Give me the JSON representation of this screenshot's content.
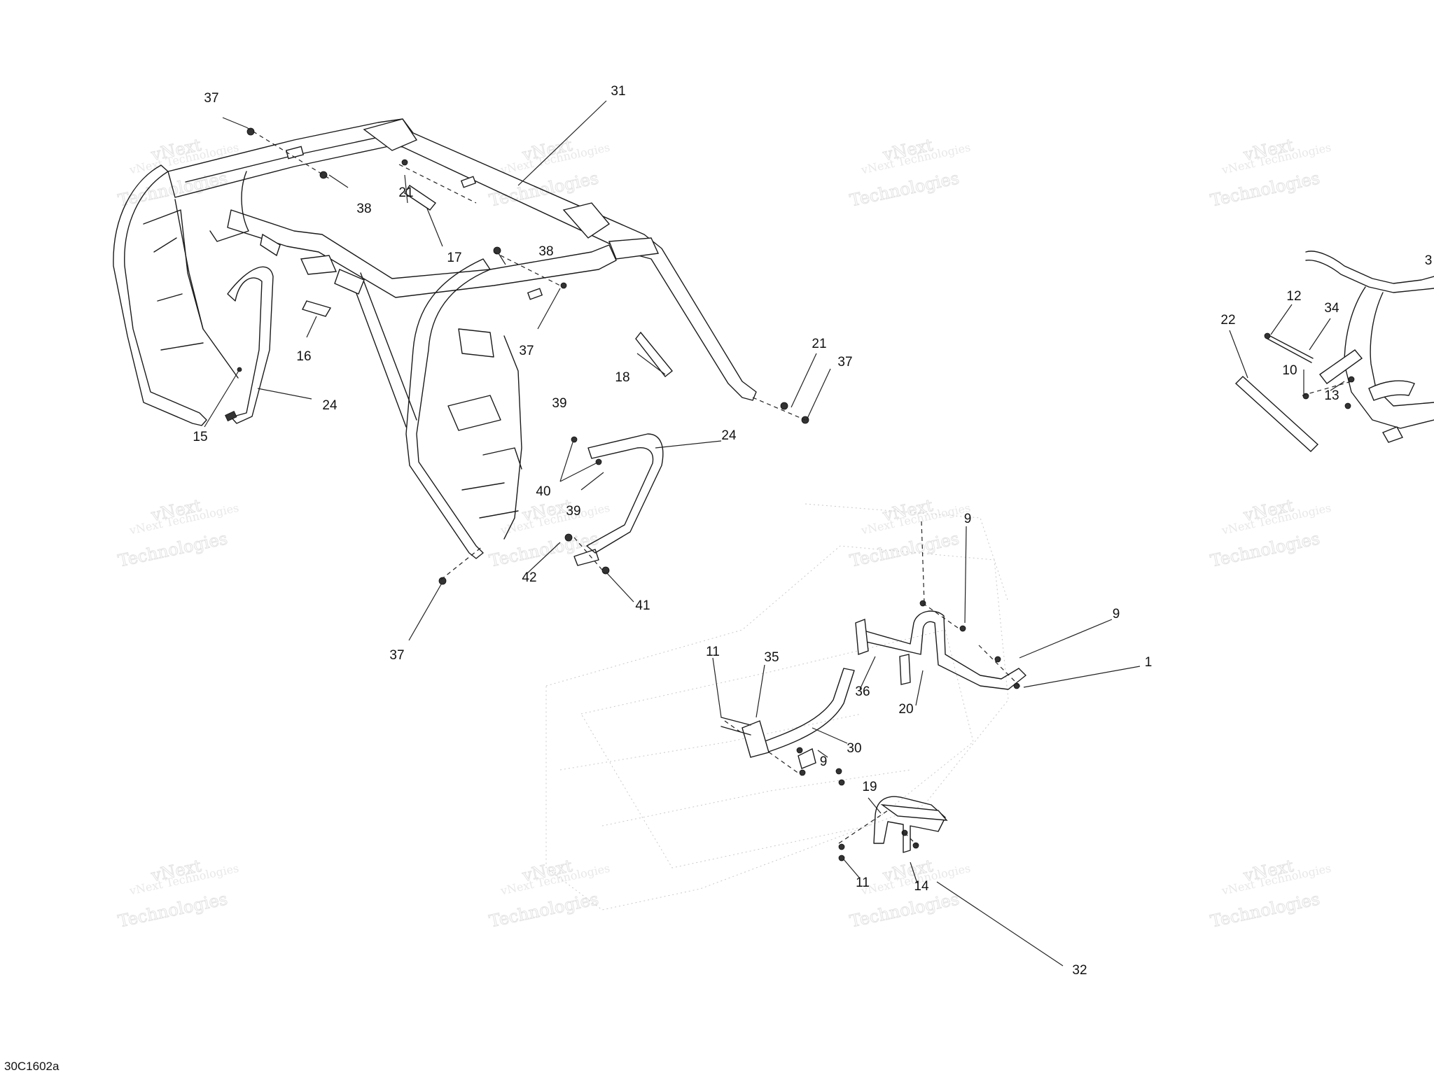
{
  "diagram": {
    "drawing_code": "30C1602a",
    "watermark": {
      "line1": "vNext Technologies",
      "line2": "Technologies",
      "ghost_word": "vNext"
    },
    "callouts": [
      {
        "id": "c37a",
        "label": "37"
      },
      {
        "id": "c31",
        "label": "31"
      },
      {
        "id": "c38a",
        "label": "38"
      },
      {
        "id": "c21a",
        "label": "21"
      },
      {
        "id": "c17",
        "label": "17"
      },
      {
        "id": "c38b",
        "label": "38"
      },
      {
        "id": "c16",
        "label": "16"
      },
      {
        "id": "c37b",
        "label": "37"
      },
      {
        "id": "c18",
        "label": "18"
      },
      {
        "id": "c21b",
        "label": "21"
      },
      {
        "id": "c37c",
        "label": "37"
      },
      {
        "id": "c24a",
        "label": "24"
      },
      {
        "id": "c15",
        "label": "15"
      },
      {
        "id": "c39a",
        "label": "39"
      },
      {
        "id": "c24b",
        "label": "24"
      },
      {
        "id": "c40",
        "label": "40"
      },
      {
        "id": "c39b",
        "label": "39"
      },
      {
        "id": "c42",
        "label": "42"
      },
      {
        "id": "c41",
        "label": "41"
      },
      {
        "id": "c37d",
        "label": "37"
      },
      {
        "id": "c9a",
        "label": "9"
      },
      {
        "id": "c9b",
        "label": "9"
      },
      {
        "id": "c1",
        "label": "1"
      },
      {
        "id": "c11a",
        "label": "11"
      },
      {
        "id": "c35",
        "label": "35"
      },
      {
        "id": "c36",
        "label": "36"
      },
      {
        "id": "c20",
        "label": "20"
      },
      {
        "id": "c9c",
        "label": "9"
      },
      {
        "id": "c30",
        "label": "30"
      },
      {
        "id": "c19",
        "label": "19"
      },
      {
        "id": "c11b",
        "label": "11"
      },
      {
        "id": "c14",
        "label": "14"
      },
      {
        "id": "c32",
        "label": "32"
      },
      {
        "id": "c22",
        "label": "22"
      },
      {
        "id": "c12",
        "label": "12"
      },
      {
        "id": "c34",
        "label": "34"
      },
      {
        "id": "c10",
        "label": "10"
      },
      {
        "id": "c13",
        "label": "13"
      },
      {
        "id": "c3x",
        "label": "3"
      }
    ]
  }
}
